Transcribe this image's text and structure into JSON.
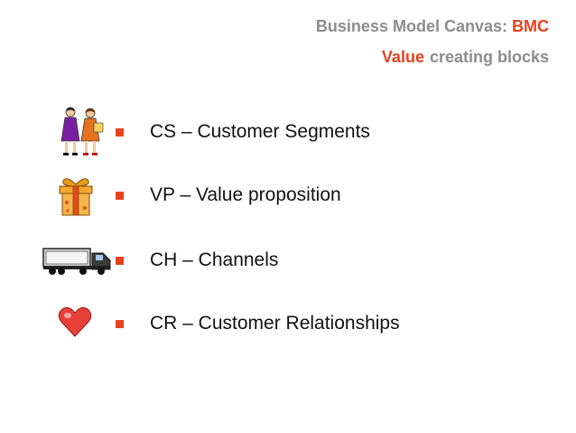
{
  "header": {
    "title_prefix": "Business Model Canvas:",
    "title_accent": "BMC",
    "subtitle_accent": "Value",
    "subtitle_rest": "creating blocks"
  },
  "colors": {
    "accent": "#e8411f",
    "header_gray": "#8c8c8c",
    "text": "#111111"
  },
  "blocks": [
    {
      "label": "CS – Customer Segments",
      "icon": "customers-icon"
    },
    {
      "label": "VP – Value proposition",
      "icon": "gift-box-icon"
    },
    {
      "label": "CH – Channels",
      "icon": "truck-icon"
    },
    {
      "label": "CR – Customer Relationships",
      "icon": "heart-icon"
    }
  ]
}
